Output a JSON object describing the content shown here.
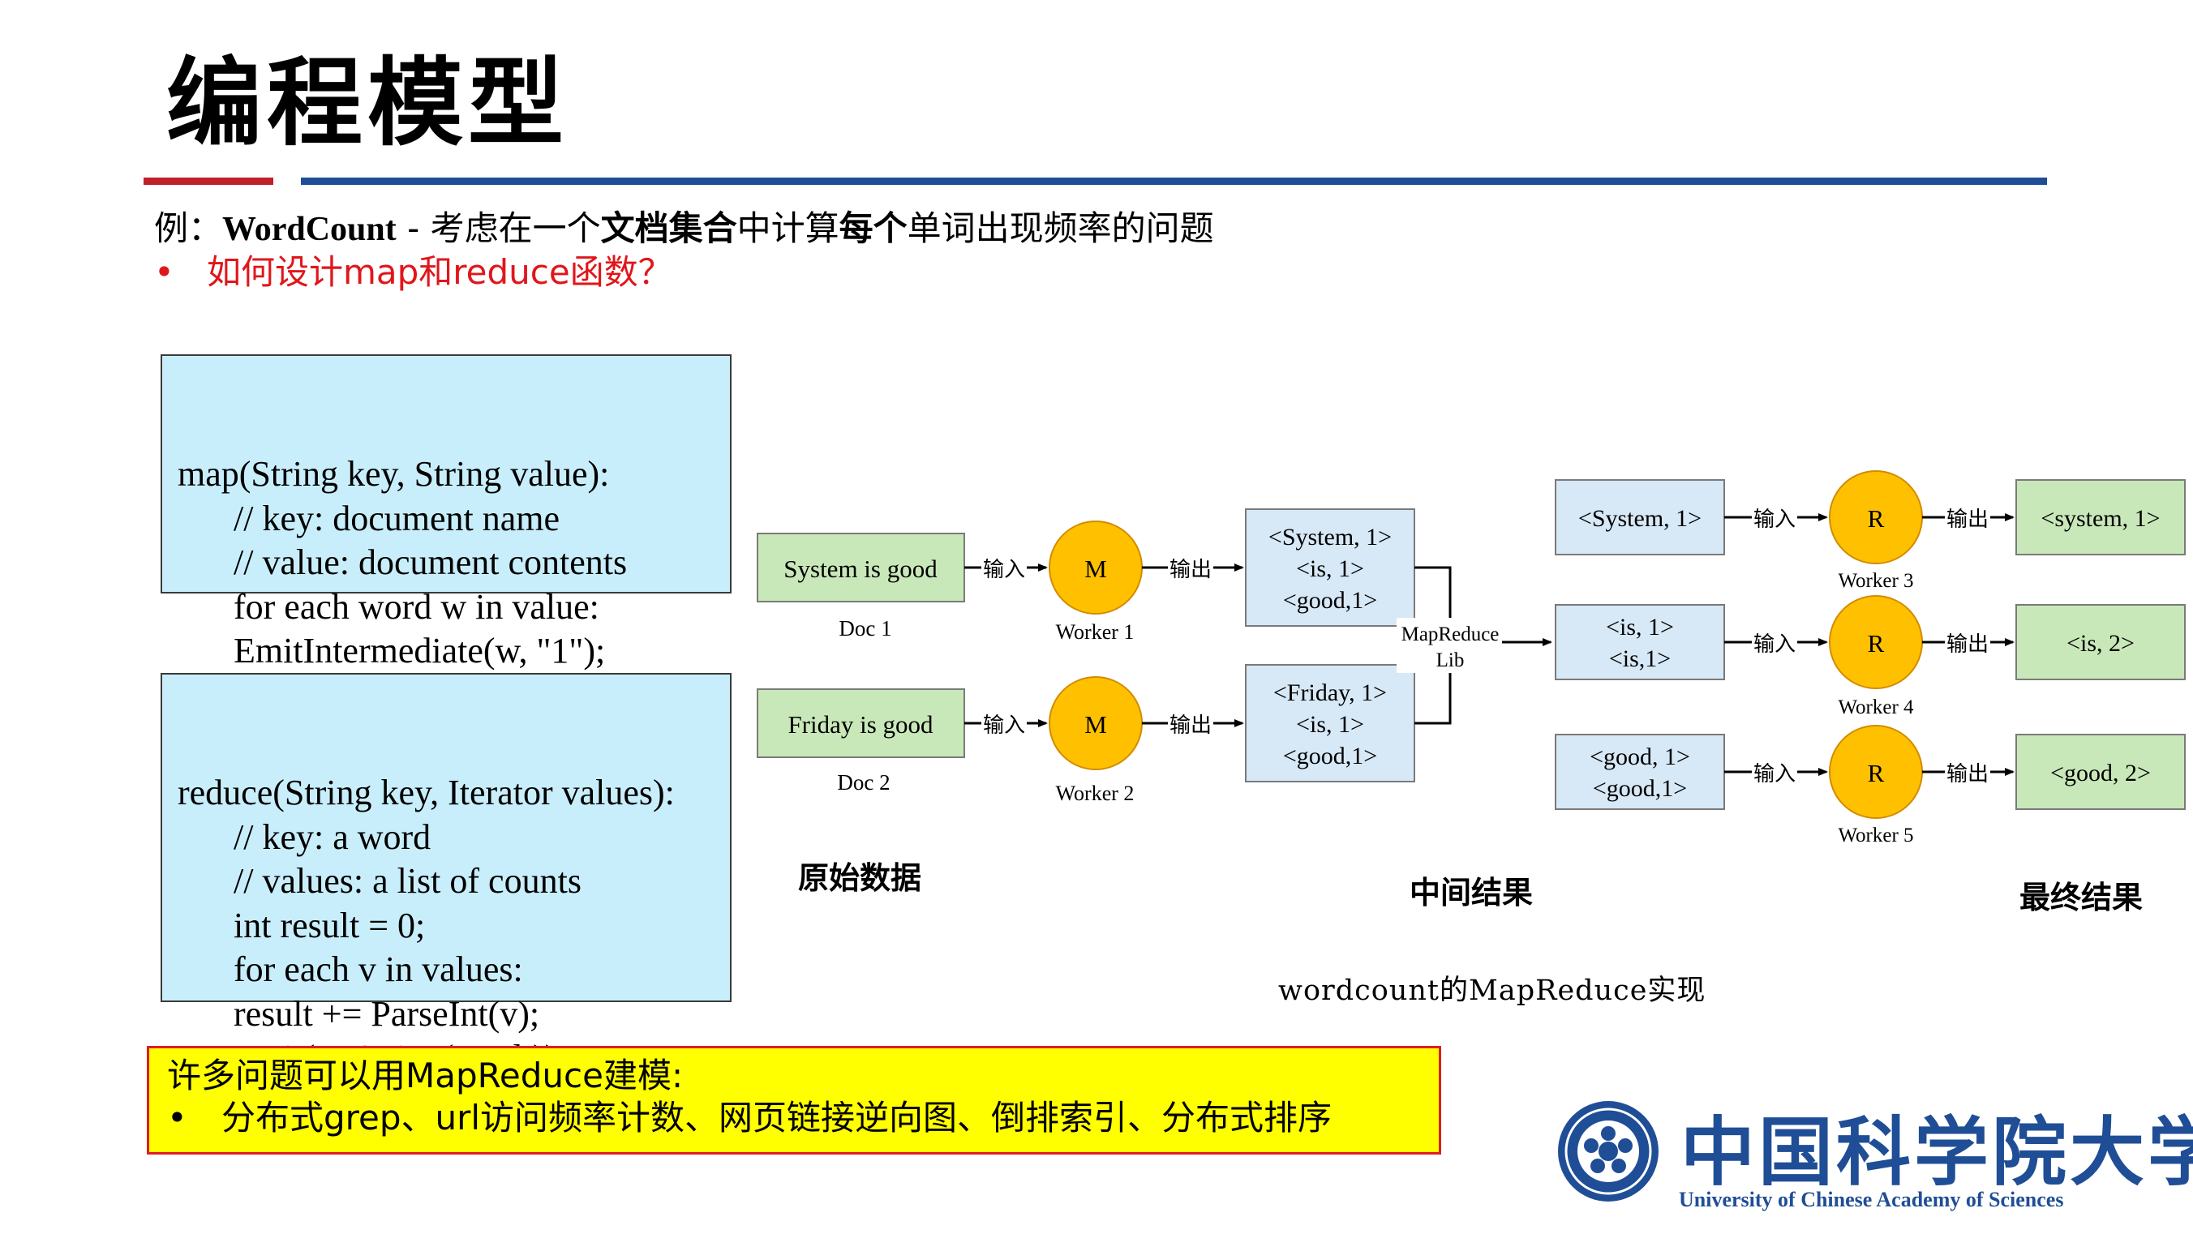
{
  "slide": {
    "title": "编程模型",
    "intro": {
      "prefix": "例：",
      "term": "WordCount",
      "dash": " - ",
      "t1": "考虑在一个",
      "b1": "文档集合",
      "t2": "中计算",
      "b2": "每个",
      "t3": "单词出现频率的问题"
    },
    "bullet_symbol": "•",
    "question": "如何设计map和reduce函数？",
    "map_code": [
      "map(String key, String value):",
      "// key: document name",
      "// value: document contents",
      "for each word w in value:",
      "EmitIntermediate(w, \"1\");"
    ],
    "reduce_code": [
      "reduce(String key, Iterator values):",
      "// key: a word",
      "// values: a list of counts",
      "int result = 0;",
      "for each v in values:",
      "result += ParseInt(v);",
      "Emit(AsString(result));"
    ],
    "note": {
      "line1": "许多问题可以用MapReduce建模:",
      "line2": "分布式grep、url访问频率计数、网页链接逆向图、倒排索引、分布式排序"
    },
    "caption": "wordcount的MapReduce实现",
    "logo": {
      "cn": "中国科学院大学",
      "en": "University of  Chinese Academy of Sciences"
    }
  },
  "diagram": {
    "docs": [
      {
        "text": "System is good",
        "label": "Doc 1"
      },
      {
        "text": "Friday is good",
        "label": "Doc 2"
      }
    ],
    "mappers": [
      {
        "letter": "M",
        "label": "Worker 1"
      },
      {
        "letter": "M",
        "label": "Worker 2"
      }
    ],
    "intermediate": [
      [
        "<System, 1>",
        "<is, 1>",
        "<good,1>"
      ],
      [
        "<Friday, 1>",
        "<is, 1>",
        "<good,1>"
      ]
    ],
    "lib_label": [
      "MapReduce",
      "Lib"
    ],
    "grouped": [
      [
        "<System, 1>"
      ],
      [
        "<is, 1>",
        "<is,1>"
      ],
      [
        "<good, 1>",
        "<good,1>"
      ]
    ],
    "reducers": [
      {
        "letter": "R",
        "label": "Worker 3"
      },
      {
        "letter": "R",
        "label": "Worker 4"
      },
      {
        "letter": "R",
        "label": "Worker 5"
      }
    ],
    "finals": [
      "<system, 1>",
      "<is, 2>",
      "<good, 2>"
    ],
    "input_label": "输入",
    "output_label": "输出",
    "stages": [
      "原始数据",
      "中间结果",
      "最终结果"
    ]
  }
}
